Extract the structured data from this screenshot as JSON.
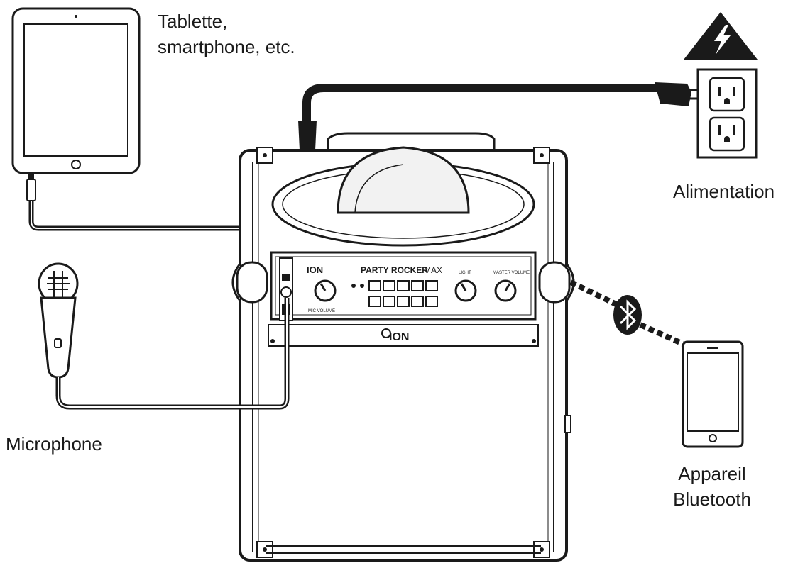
{
  "labels": {
    "tablet_line1": "Tablette,",
    "tablet_line2": "smartphone, etc.",
    "power": "Alimentation",
    "microphone": "Microphone",
    "bluetooth_line1": "Appareil",
    "bluetooth_line2": "Bluetooth"
  },
  "speaker": {
    "brand": "ION",
    "model_main": "PARTY ROCKER",
    "model_suffix": "MAX",
    "knob_left_label": "MIC VOLUME",
    "knob_mid_label": "LIGHT",
    "knob_right_label": "MASTER VOLUME"
  },
  "icons": [
    "warning-lightning-icon",
    "bluetooth-icon",
    "power-outlet-icon"
  ],
  "colors": {
    "line": "#1a1a1a",
    "cable": "#111111",
    "background": "#ffffff",
    "light_fill": "#f2f2f2"
  }
}
